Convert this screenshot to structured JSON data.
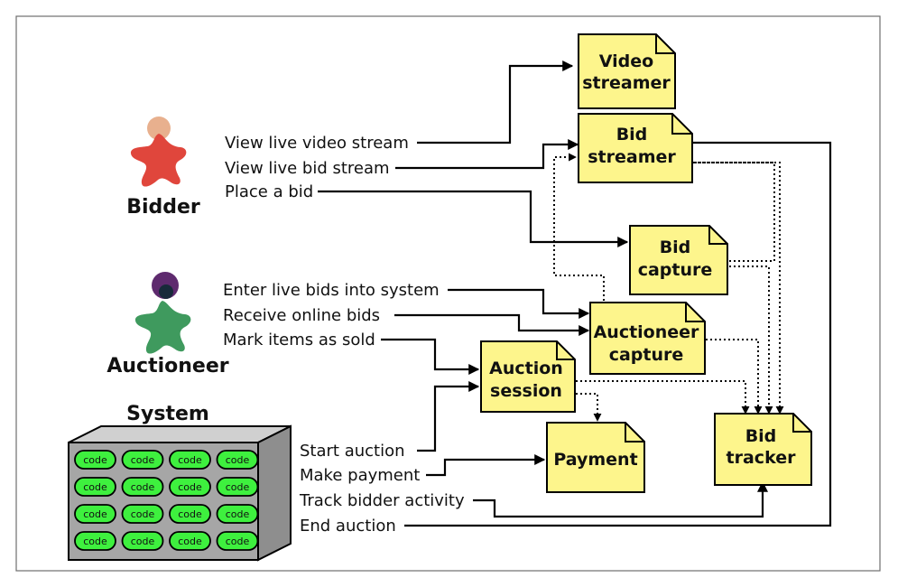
{
  "actors": {
    "bidder": "Bidder",
    "auctioneer": "Auctioneer",
    "system": "System"
  },
  "actions": {
    "view_video": "View live video stream",
    "view_bid": "View live bid stream",
    "place_bid": "Place a bid",
    "enter_bids": "Enter live bids into system",
    "receive_online": "Receive online bids",
    "mark_sold": "Mark items as sold",
    "start_auction": "Start auction",
    "make_payment": "Make payment",
    "track_activity": "Track bidder activity",
    "end_auction": "End auction"
  },
  "nodes": {
    "video_streamer": [
      "Video",
      "streamer"
    ],
    "bid_streamer": [
      "Bid",
      "streamer"
    ],
    "bid_capture": [
      "Bid",
      "capture"
    ],
    "auctioneer_capture": [
      "Auctioneer",
      "capture"
    ],
    "auction_session": [
      "Auction",
      "session"
    ],
    "payment": [
      "Payment"
    ],
    "bid_tracker": [
      "Bid",
      "tracker"
    ]
  },
  "code_label": "code",
  "colors": {
    "note_fill": "#fdf58c",
    "bidder": "#e0463c",
    "bidder_head": "#e8b08e",
    "auctioneer": "#3f9a5e",
    "auctioneer_head": "#5e2a6e",
    "code_pill": "#3ef03e",
    "server": "#a6a6a6"
  }
}
